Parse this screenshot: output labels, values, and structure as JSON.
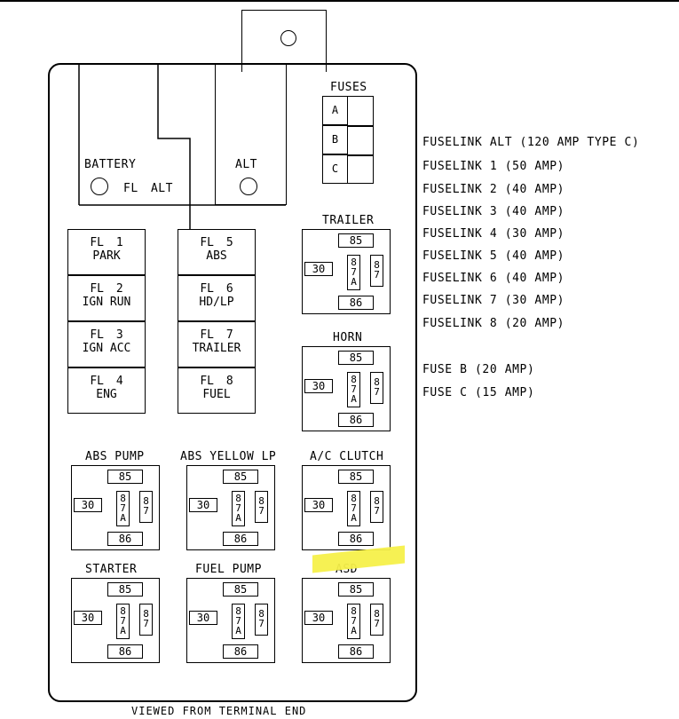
{
  "fuses_title": "FUSES",
  "fuse_slots": [
    "A",
    "B",
    "C"
  ],
  "battery_label": "BATTERY",
  "fl_alt_label": "FL ALT",
  "alt_label": "ALT",
  "fuselinks": [
    {
      "line1": "FL 1",
      "line2": "PARK"
    },
    {
      "line1": "FL 2",
      "line2": "IGN RUN"
    },
    {
      "line1": "FL 3",
      "line2": "IGN ACC"
    },
    {
      "line1": "FL 4",
      "line2": "ENG"
    },
    {
      "line1": "FL 5",
      "line2": "ABS"
    },
    {
      "line1": "FL 6",
      "line2": "HD/LP"
    },
    {
      "line1": "FL 7",
      "line2": "TRAILER"
    },
    {
      "line1": "FL 8",
      "line2": "FUEL"
    }
  ],
  "relays": [
    {
      "name": "TRAILER",
      "pins": {
        "p85": "85",
        "p30": "30",
        "p87a": "87A",
        "p87": "87",
        "p86": "86"
      }
    },
    {
      "name": "HORN",
      "pins": {
        "p85": "85",
        "p30": "30",
        "p87a": "87A",
        "p87": "87",
        "p86": "86"
      }
    },
    {
      "name": "ABS PUMP",
      "pins": {
        "p85": "85",
        "p30": "30",
        "p87a": "87A",
        "p87": "87",
        "p86": "86"
      }
    },
    {
      "name": "ABS YELLOW LP",
      "pins": {
        "p85": "85",
        "p30": "30",
        "p87a": "87A",
        "p87": "87",
        "p86": "86"
      }
    },
    {
      "name": "A/C CLUTCH",
      "pins": {
        "p85": "85",
        "p30": "30",
        "p87a": "87A",
        "p87": "87",
        "p86": "86"
      }
    },
    {
      "name": "STARTER",
      "pins": {
        "p85": "85",
        "p30": "30",
        "p87a": "87A",
        "p87": "87",
        "p86": "86"
      }
    },
    {
      "name": "FUEL PUMP",
      "pins": {
        "p85": "85",
        "p30": "30",
        "p87a": "87A",
        "p87": "87",
        "p86": "86"
      }
    },
    {
      "name": "ASD",
      "pins": {
        "p85": "85",
        "p30": "30",
        "p87a": "87A",
        "p87": "87",
        "p86": "86"
      }
    }
  ],
  "highlight_color": "#f6f04a",
  "legend": [
    "FUSELINK ALT (120 AMP TYPE C)",
    "FUSELINK 1 (50 AMP)",
    "FUSELINK 2 (40 AMP)",
    "FUSELINK 3 (40 AMP)",
    "FUSELINK 4 (30 AMP)",
    "FUSELINK 5 (40 AMP)",
    "FUSELINK 6 (40 AMP)",
    "FUSELINK 7 (30 AMP)",
    "FUSELINK 8 (20 AMP)",
    "FUSE B (20 AMP)",
    "FUSE C (15 AMP)"
  ],
  "footer": "VIEWED FROM TERMINAL END"
}
